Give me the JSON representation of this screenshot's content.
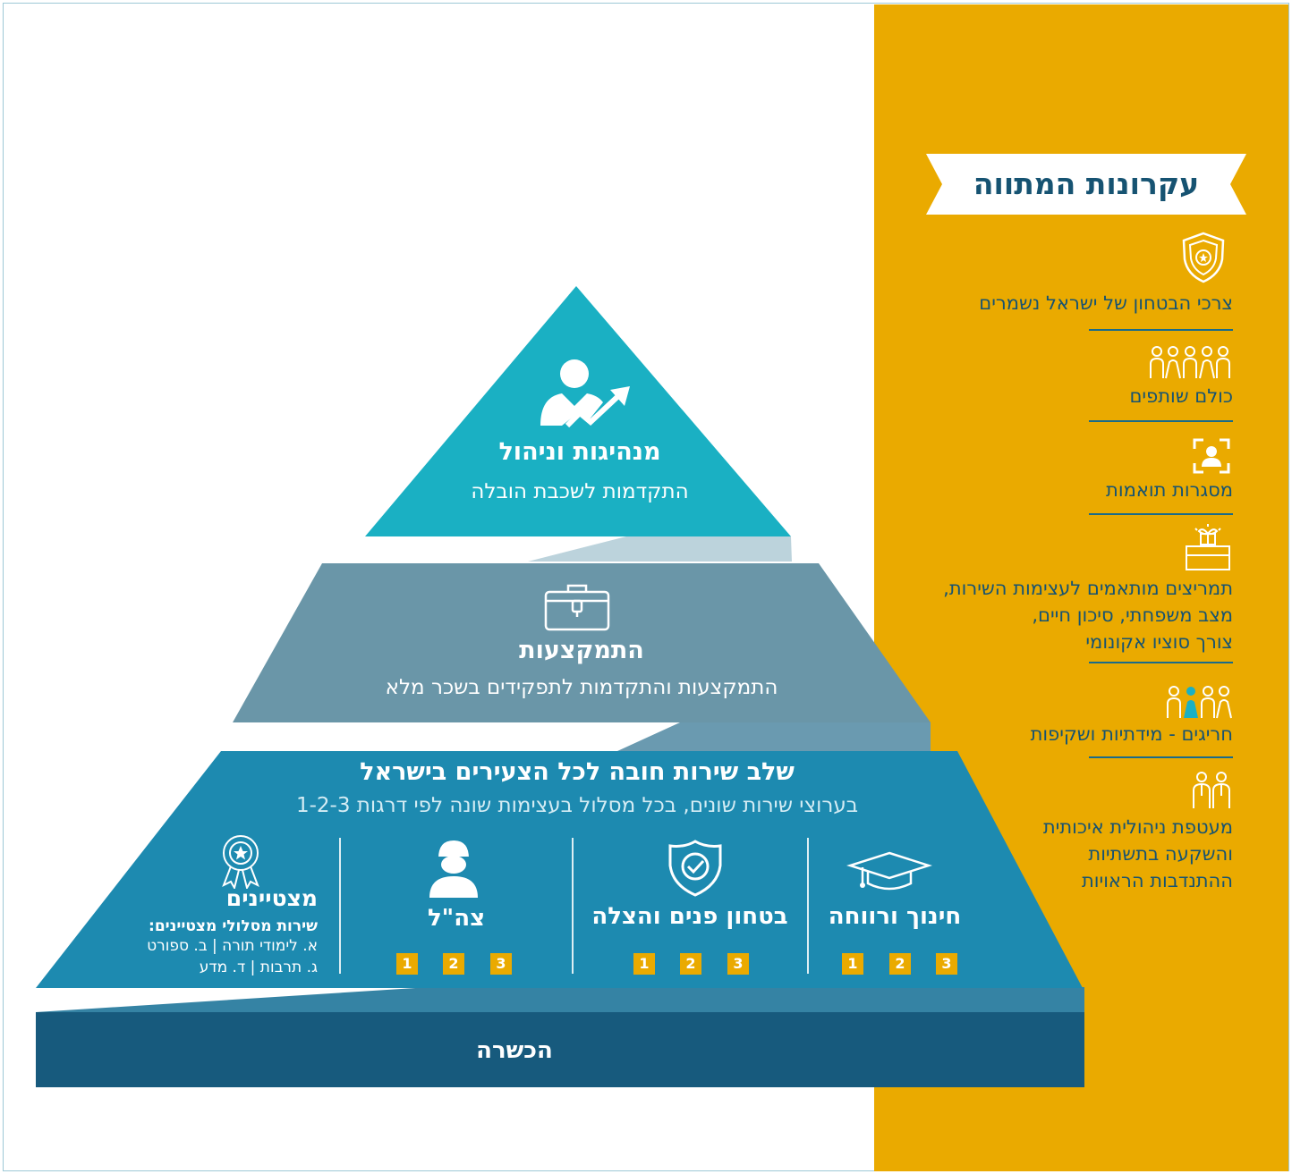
{
  "sidebar": {
    "title": "עקרונות המתווה",
    "principles": [
      {
        "icon": "shield-badge-icon",
        "lines": [
          "צרכי הבטחון של ישראל נשמרים"
        ]
      },
      {
        "icon": "group-people-icon",
        "lines": [
          "כולם שותפים"
        ]
      },
      {
        "icon": "person-frame-icon",
        "lines": [
          "מסגרות תואמות"
        ]
      },
      {
        "icon": "gift-box-icon",
        "lines": [
          "תמריצים מותאמים לעצימות השירות,",
          "מצב משפחתי, סיכון חיים,",
          "צורך סוציו אקונומי"
        ]
      },
      {
        "icon": "people-highlight-icon",
        "lines": [
          "חריגים - מידתיות ושקיפות"
        ]
      },
      {
        "icon": "business-people-icon",
        "lines": [
          "מעטפת ניהולית איכותית",
          "והשקעה בתשתיות",
          "ההתנדבות הראויות"
        ]
      }
    ]
  },
  "pyramid": {
    "top": {
      "title": "מנהיגות וניהול",
      "subtitle": "התקדמות לשכבת הובלה",
      "icon": "leader-growth-icon"
    },
    "middle": {
      "title": "התמקצעות",
      "subtitle": "התמקצעות והתקדמות לתפקידים בשכר מלא",
      "icon": "briefcase-icon"
    },
    "base": {
      "title": "שלב שירות חובה לכל הצעירים בישראל",
      "subtitle": "בערוצי שירות שונים, בכל מסלול בעצימות שונה לפי דרגות 1-2-3",
      "columns": [
        {
          "title": "חינוך ורווחה",
          "icon": "graduation-cap-icon",
          "levels": [
            "1",
            "2",
            "3"
          ]
        },
        {
          "title": "בטחון פנים והצלה",
          "icon": "shield-check-icon",
          "levels": [
            "1",
            "2",
            "3"
          ]
        },
        {
          "title": "צה\"ל",
          "icon": "soldier-icon",
          "levels": [
            "1",
            "2",
            "3"
          ]
        }
      ],
      "excellence": {
        "title": "מצטיינים",
        "subtitle": "שירות מסלולי מצטיינים:",
        "line1": "א. לימודי תורה | ב. ספורט",
        "line2": "ג. תרבות | ד. מדע",
        "icon": "award-ribbon-icon"
      }
    },
    "foundation": {
      "title": "הכשרה"
    }
  },
  "colors": {
    "sidebar": "#eaaa00",
    "top": "#1ab0c3",
    "middle": "#6a96a8",
    "base": "#1d8ab0",
    "foundation": "#175a7d",
    "navy": "#165372"
  }
}
